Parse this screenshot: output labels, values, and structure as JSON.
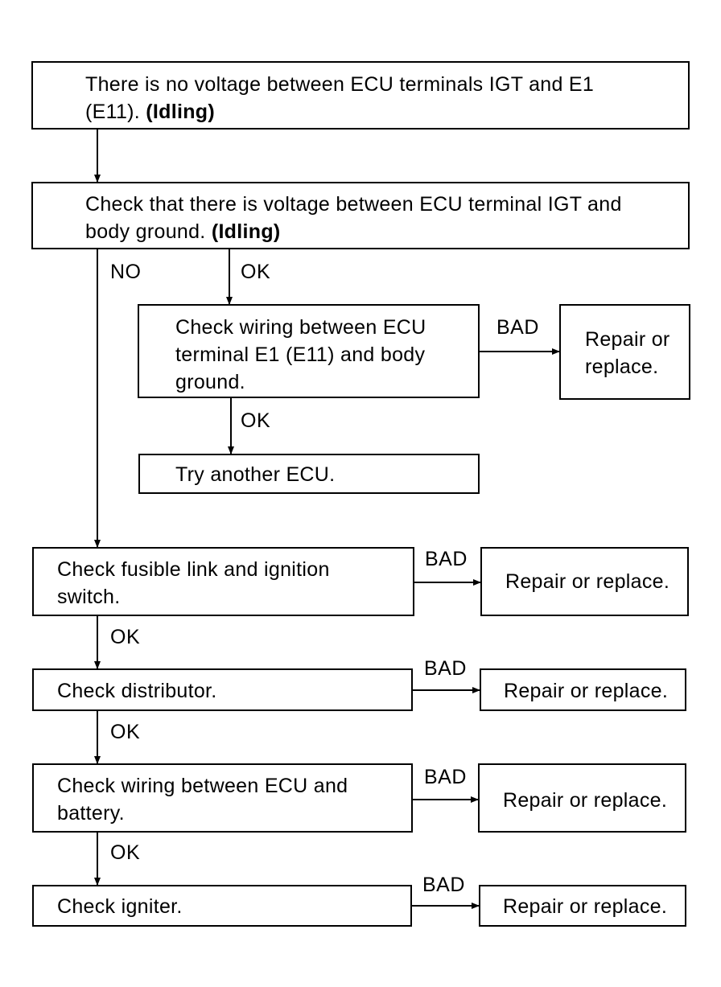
{
  "step_ecu_no_voltage": {
    "line1": "There is no voltage between ECU terminals IGT and E1",
    "line2": "(E11).",
    "line2_bold": "(Idling)"
  },
  "step_check_igt_ground": {
    "line1": "Check that there is voltage between ECU terminal IGT and",
    "line2": "body ground.",
    "line2_bold": "(Idling)"
  },
  "step_check_e1_wiring": {
    "line1": "Check wiring between ECU",
    "line2": "terminal E1 (E11) and body",
    "line3": "ground."
  },
  "step_try_another_ecu": {
    "text": "Try another ECU."
  },
  "repair_e1": {
    "line1": "Repair or",
    "line2": "replace."
  },
  "step_fusible_link": {
    "line1": "Check fusible link and ignition",
    "line2": "switch."
  },
  "step_distributor": {
    "text": "Check distributor."
  },
  "step_ecu_battery_wiring": {
    "line1": "Check wiring between ECU and",
    "line2": "battery."
  },
  "step_igniter": {
    "text": "Check igniter."
  },
  "repair_text": "Repair or replace.",
  "labels": {
    "no": "NO",
    "ok": "OK",
    "bad": "BAD"
  }
}
